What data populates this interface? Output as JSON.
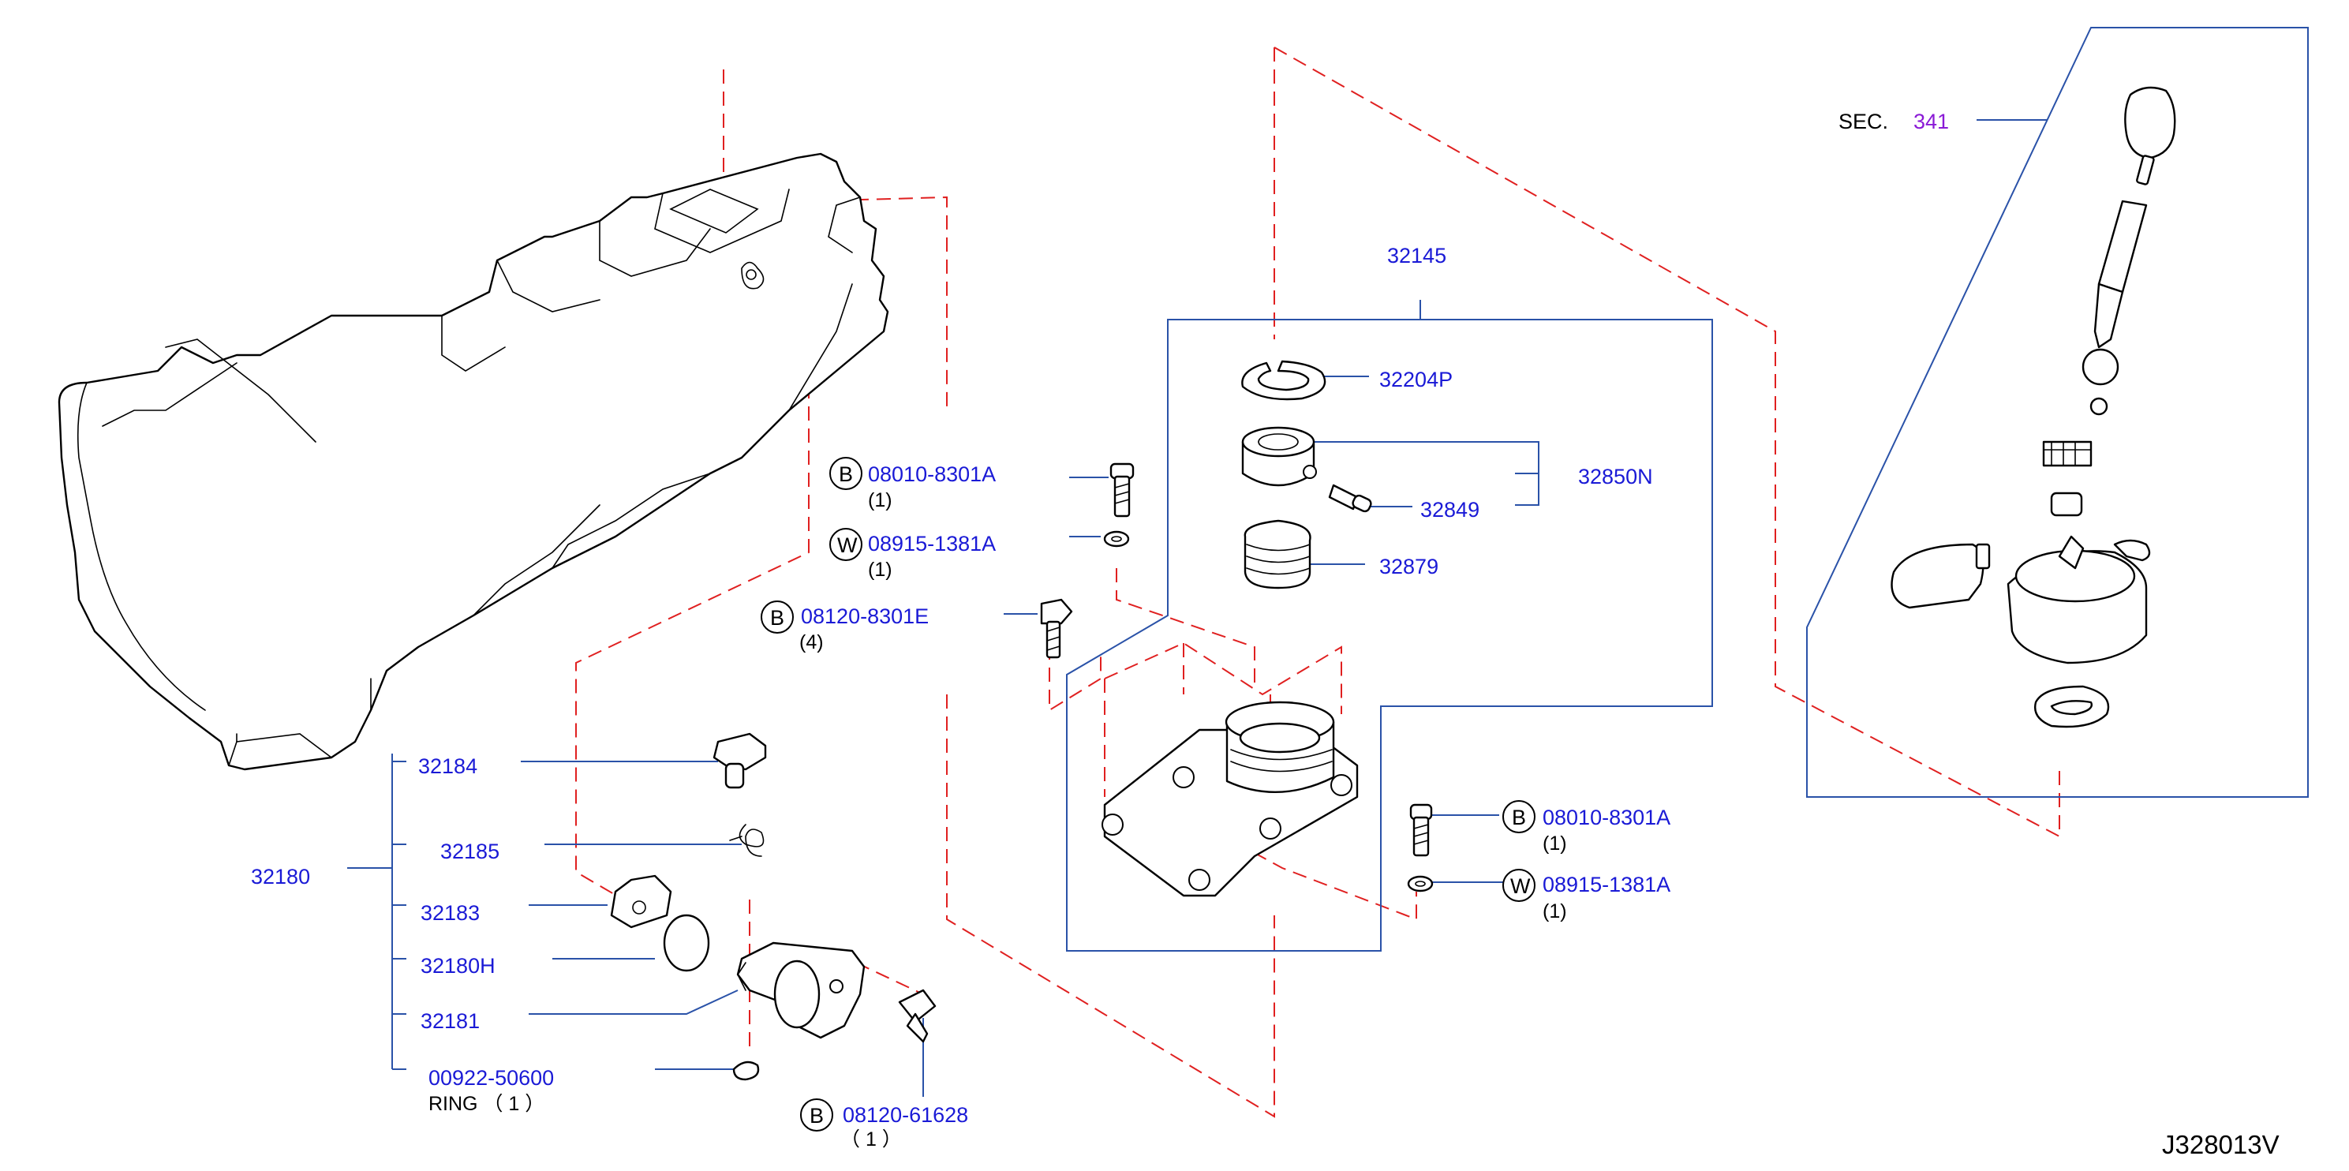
{
  "labels": {
    "sec_prefix": "SEC.",
    "sec_number": "341",
    "p32145": "32145",
    "p32204P": "32204P",
    "p32850N": "32850N",
    "p32849": "32849",
    "p32879": "32879",
    "b1_letter": "B",
    "b1_part": "08010-8301A",
    "b1_qty": "(1)",
    "w1_letter": "W",
    "w1_part": "08915-1381A",
    "w1_qty": "(1)",
    "b2_letter": "B",
    "b2_part": "08120-8301E",
    "b2_qty": "(4)",
    "p32180": "32180",
    "p32184": "32184",
    "p32185": "32185",
    "p32183": "32183",
    "p32180H": "32180H",
    "p32181": "32181",
    "p00922": "00922-50600",
    "ring": "RING （ 1 ）",
    "b3_letter": "B",
    "b3_part": "08120-61628",
    "b3_qty": "（ 1 ）",
    "b4_letter": "B",
    "b4_part": "08010-8301A",
    "b4_qty": "(1)",
    "w2_letter": "W",
    "w2_part": "08915-1381A",
    "w2_qty": "(1)",
    "diagram_code": "J328013V"
  },
  "colors": {
    "part_number": "#1a1ad6",
    "section_ref": "#8a1ad6",
    "leader_line": "#2a52a8",
    "phantom_line": "#e02020"
  }
}
